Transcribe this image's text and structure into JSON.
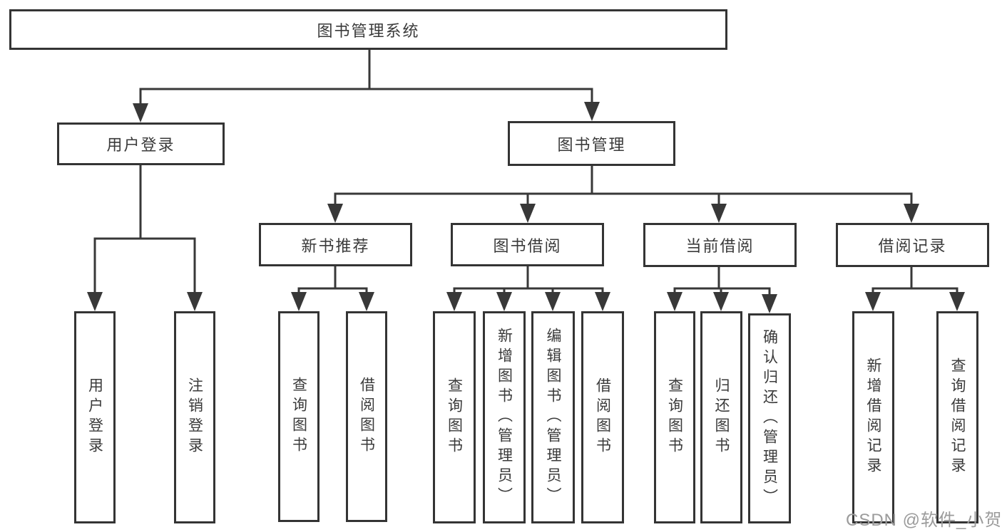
{
  "colors": {
    "line": "#383838",
    "box_border": "#343434",
    "text": "#3a3a3a",
    "background": "#ffffff",
    "watermark": "#9b9b9b"
  },
  "watermark": {
    "text": "CSDN @软件_小贺同学"
  },
  "tree": {
    "root": {
      "label": "图书管理系统"
    },
    "branches": [
      {
        "label": "用户登录",
        "children": [
          {
            "label": "用户登录"
          },
          {
            "label": "注销登录"
          }
        ]
      },
      {
        "label": "图书管理",
        "children": [
          {
            "label": "新书推荐",
            "children": [
              {
                "label": "查询图书"
              },
              {
                "label": "借阅图书"
              }
            ]
          },
          {
            "label": "图书借阅",
            "children": [
              {
                "label": "查询图书"
              },
              {
                "label": "新增图书（管理员）"
              },
              {
                "label": "编辑图书（管理员）"
              },
              {
                "label": "借阅图书"
              }
            ]
          },
          {
            "label": "当前借阅",
            "children": [
              {
                "label": "查询图书"
              },
              {
                "label": "归还图书"
              },
              {
                "label": "确认归还（管理员）"
              }
            ]
          },
          {
            "label": "借阅记录",
            "children": [
              {
                "label": "新增借阅记录"
              },
              {
                "label": "查询借阅记录"
              }
            ]
          }
        ]
      }
    ]
  }
}
